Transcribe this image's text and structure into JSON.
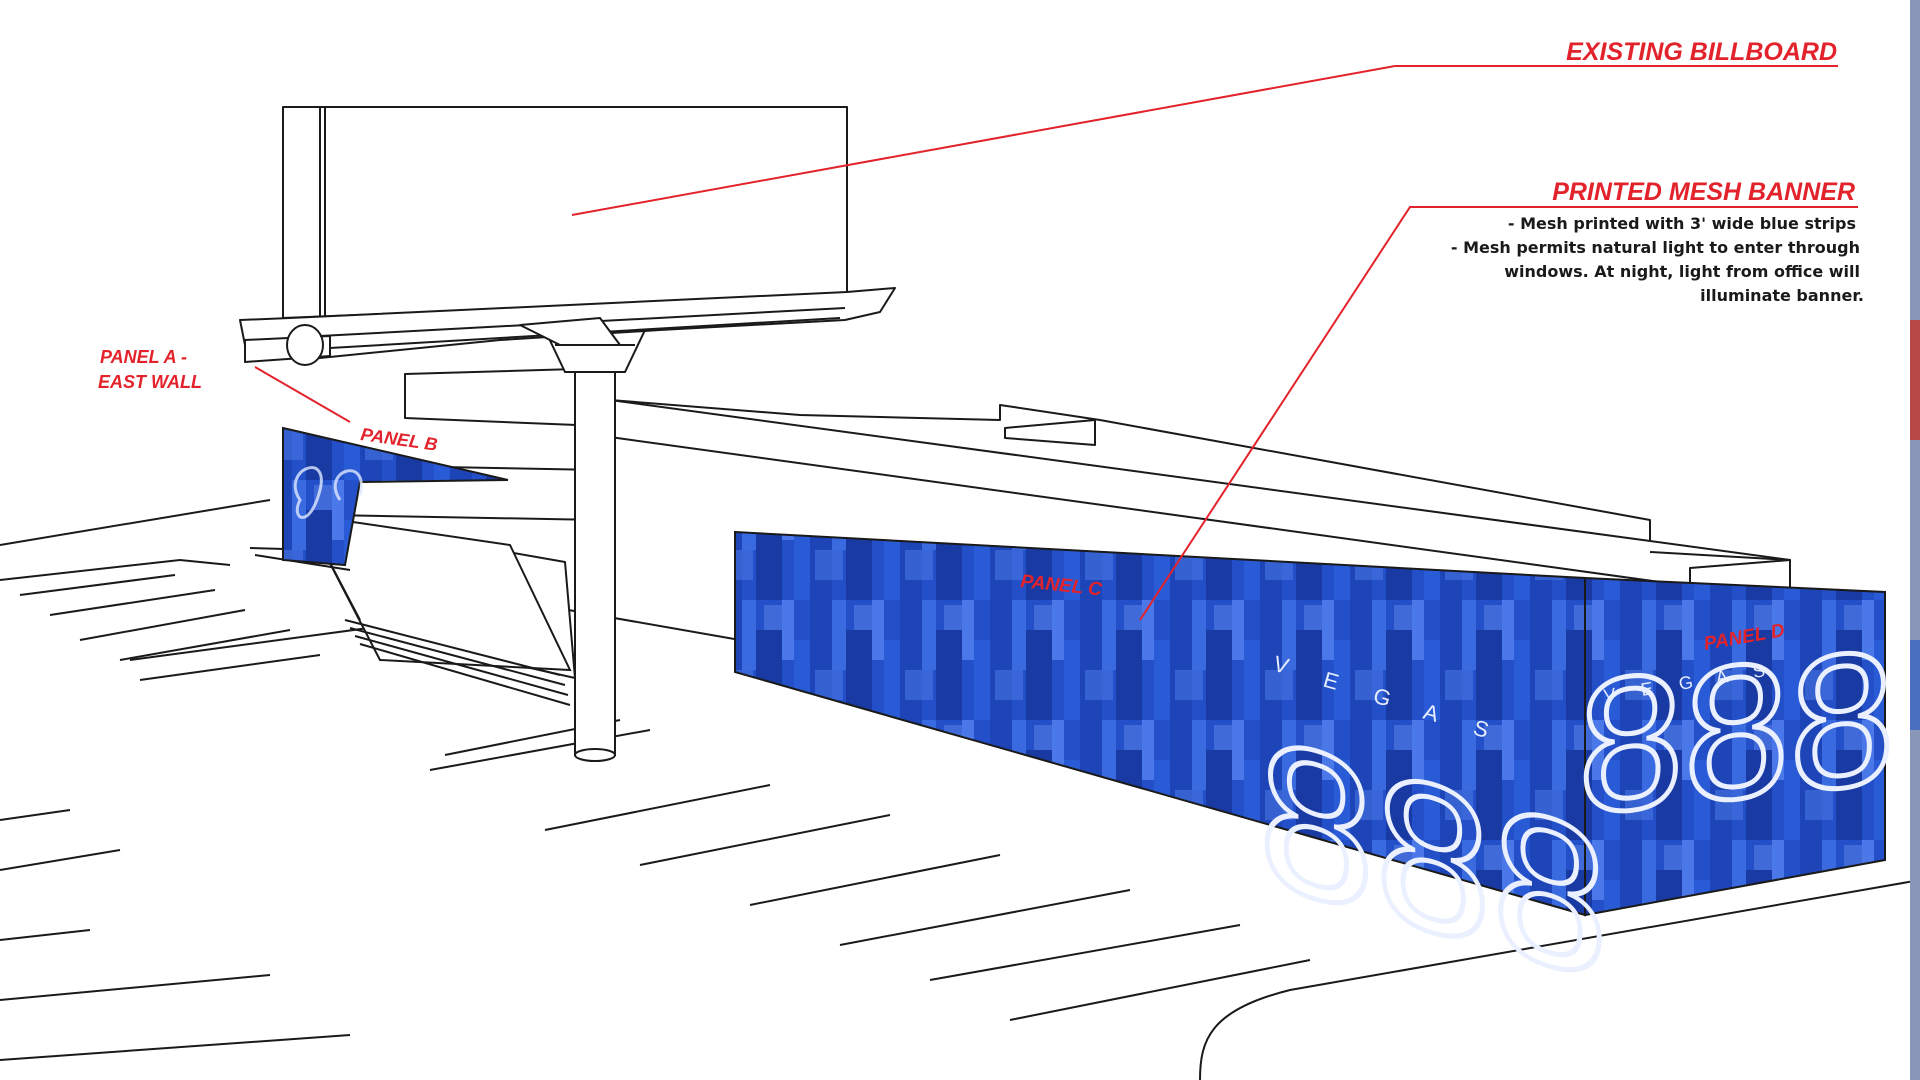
{
  "colors": {
    "accent": "#e3232c",
    "banner_blue": "#2350c8",
    "banner_dark": "#1a3aa3",
    "line": "#1a1a1a",
    "ground": "#ffffff"
  },
  "callouts": {
    "billboard": {
      "title": "EXISTING BILLBOARD"
    },
    "banner": {
      "title": "PRINTED MESH BANNER",
      "notes": [
        "- Mesh printed with 3' wide blue strips",
        "- Mesh permits natural light to enter through",
        "windows.  At night, light from office will",
        "illuminate banner."
      ]
    },
    "panel_a": {
      "line1": "PANEL A -",
      "line2": "EAST WALL"
    },
    "panel_b": {
      "label": "PANEL B"
    },
    "panel_c": {
      "label": "PANEL C"
    },
    "panel_d": {
      "label": "PANEL D"
    }
  },
  "branding": {
    "word": "VEGAS",
    "letters": [
      "V",
      "E",
      "G",
      "A",
      "S"
    ],
    "number": "888"
  }
}
